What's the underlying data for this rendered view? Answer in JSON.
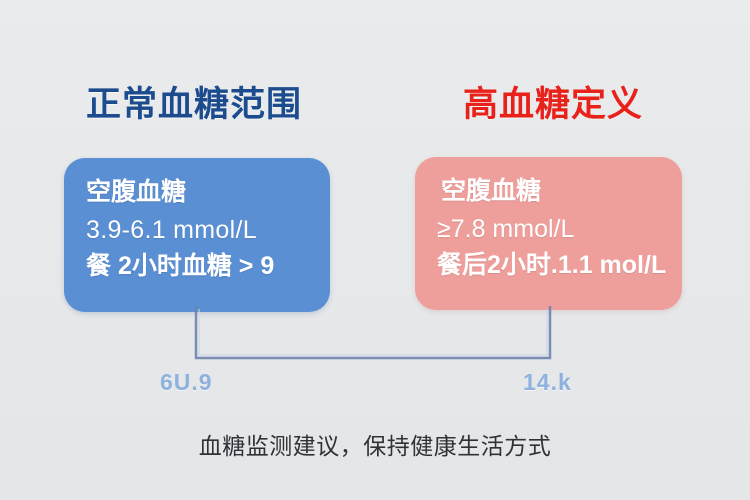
{
  "background_color": "#e7e9eb",
  "headings": {
    "normal": {
      "text": "正常血糖范围",
      "color": "#1c4b8e"
    },
    "high": {
      "text": "高血糖定义",
      "color": "#e8211b"
    }
  },
  "cards": {
    "normal": {
      "color": "#5a8fd3",
      "line1": "空腹血糖",
      "line2": "3.9-6.1 mmol/L",
      "line3": "餐 2小时血糖 > 9"
    },
    "high": {
      "color": "#ef9f9b",
      "line1": "空腹血糖",
      "line2": "≥7.8  mmol/L",
      "line3": "餐后2小时.1.1 mol/L"
    }
  },
  "connector": {
    "color": "#6b84ad"
  },
  "values": {
    "left": "6U.9",
    "right": "14.k",
    "color": "#8fb1de"
  },
  "caption": {
    "text": "血糖监测建议，保持健康生活方式",
    "color": "#2f3337"
  }
}
